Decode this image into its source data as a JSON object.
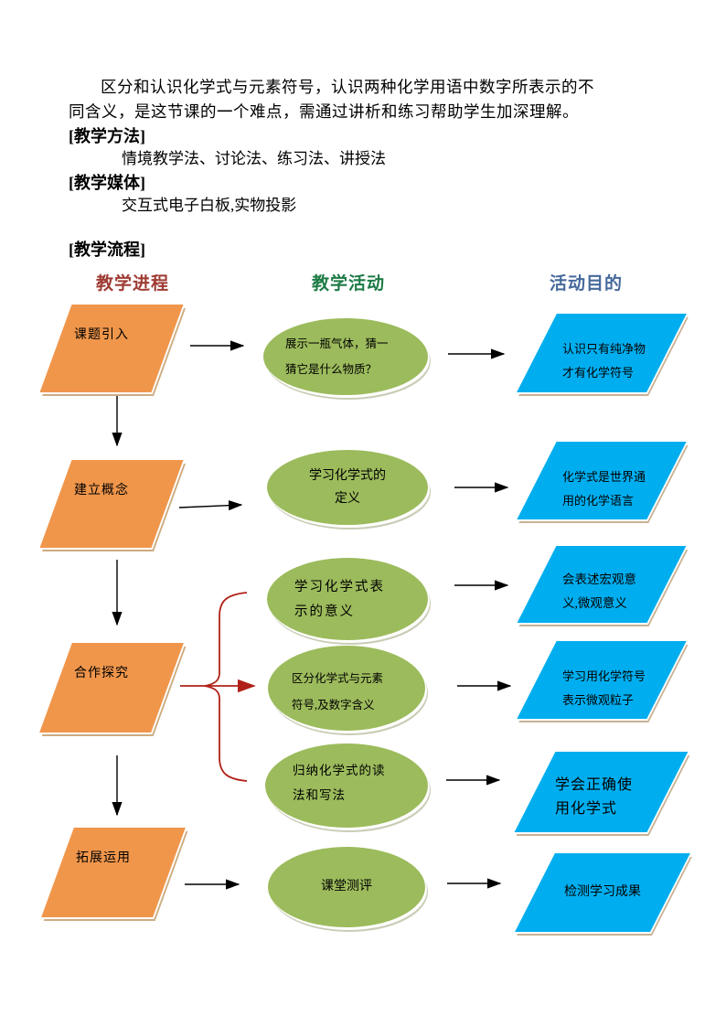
{
  "document": {
    "paragraph_lines": [
      "区分和认识化学式与元素符号，认识两种化学用语中数字所表示的不",
      "同含义，是这节课的一个难点，需通过讲析和练习帮助学生加深理解。"
    ],
    "method_heading": "[教学方法]",
    "method_body": "情境教学法、讨论法、练习法、讲授法",
    "media_heading": "[教学媒体]",
    "media_body": "交互式电子白板,实物投影",
    "flow_heading": "[教学流程]"
  },
  "flowchart": {
    "headers": {
      "process": "教学进程",
      "activity": "教学活动",
      "purpose": "活动目的"
    },
    "stages": [
      {
        "label": "课题引入"
      },
      {
        "label": "建立概念"
      },
      {
        "label": "合作探究"
      },
      {
        "label": "拓展运用"
      }
    ],
    "activities": [
      {
        "lines": [
          "展示一瓶气体，猜一",
          "猜它是什么物质？"
        ]
      },
      {
        "lines": [
          "学习化学式的",
          "定义"
        ]
      },
      {
        "lines": [
          "学习化学式表",
          "示的意义"
        ]
      },
      {
        "lines": [
          "区分化学式与元素",
          "符号,及数字含义"
        ]
      },
      {
        "lines": [
          "归纳化学式的读",
          "法和写法"
        ]
      },
      {
        "lines": [
          "课堂测评"
        ]
      }
    ],
    "purposes": [
      {
        "lines": [
          "认识只有纯净物",
          "才有化学符号"
        ]
      },
      {
        "lines": [
          "化学式是世界通",
          "用的化学语言"
        ]
      },
      {
        "lines": [
          "会表述宏观意",
          "义,微观意义"
        ]
      },
      {
        "lines": [
          "学习用化学符号",
          "表示微观粒子"
        ]
      },
      {
        "lines": [
          "学会正确使",
          "用化学式"
        ]
      },
      {
        "lines": [
          "检测学习成果"
        ]
      }
    ],
    "colors": {
      "header_process": "#9E3B33",
      "header_activity": "#1E7B46",
      "header_purpose": "#46699B",
      "stage_fill": "#F0964B",
      "activity_fill": "#9CBB5C",
      "purpose_fill": "#00AEEF",
      "arrow": "#000000",
      "brace": "#B02018"
    }
  }
}
